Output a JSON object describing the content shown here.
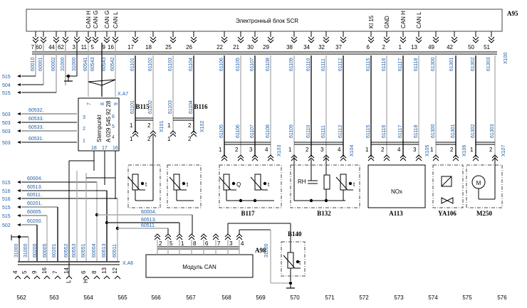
{
  "ecu": {
    "title": "Электронный блок SCR",
    "ref": "A95",
    "connector": "X100",
    "box_labels_left": [
      "CAN H",
      "CAN G",
      "CAN G",
      "CAN L"
    ],
    "box_labels_right": [
      "Kl 15",
      "GND",
      "CAN H",
      "CAN L"
    ],
    "pins": [
      "7",
      "60",
      "44",
      "62",
      "3",
      "11",
      "5",
      "9",
      "16",
      "17",
      "18",
      "25",
      "26",
      "22",
      "21",
      "30",
      "29",
      "38",
      "34",
      "32",
      "37",
      "6",
      "2",
      "1",
      "13",
      "49",
      "42",
      "50",
      "51"
    ],
    "wires": [
      "60010",
      "60001",
      "60002",
      "31000",
      "31000",
      "60541",
      "60543",
      "60543",
      "60542",
      "61101",
      "61102",
      "61103",
      "61104",
      "61106",
      "61105",
      "61107",
      "61108",
      "61109",
      "61110",
      "61111",
      "61112",
      "61115",
      "61116",
      "61117",
      "61118",
      "61300",
      "61301",
      "61302",
      "61303"
    ]
  },
  "left_refs_top": [
    {
      "ref": "515"
    },
    {
      "ref": "504"
    },
    {
      "ref": "515"
    },
    {
      "ref": "503",
      "wire": "60532."
    },
    {
      "ref": "503",
      "wire": "60533."
    },
    {
      "ref": "503",
      "wire": "60533."
    },
    {
      "ref": "503",
      "wire": "60531."
    }
  ],
  "sternpunkt": {
    "label": "Sternpunkt",
    "part": "A 029 545 92 28",
    "connector": "X.A7",
    "pins": [
      "7",
      "8",
      "9",
      "3",
      "2",
      "1",
      "6",
      "5",
      "4",
      "18",
      "17",
      "16"
    ]
  },
  "connectors": [
    {
      "name": "X101",
      "pins": [
        "1",
        "2"
      ],
      "wires": [
        "61101",
        "61102"
      ],
      "component": "B115"
    },
    {
      "name": "X102",
      "pins": [
        "1",
        "2"
      ],
      "wires": [
        "61103",
        "61104"
      ],
      "component": "B116"
    },
    {
      "name": "X103",
      "pins": [
        "1",
        "2",
        "3",
        "4"
      ],
      "wires": [
        "61105",
        "61106",
        "61107",
        "61108"
      ],
      "component": "B117"
    },
    {
      "name": "X104",
      "pins": [
        "1",
        "2",
        "3",
        "4"
      ],
      "wires": [
        "61109",
        "61110",
        "61111",
        "61112"
      ],
      "component": "B132"
    },
    {
      "name": "X105",
      "pins": [
        "1",
        "2",
        "4",
        "3"
      ],
      "wires": [
        "61115",
        "61116",
        "61117",
        "61118"
      ],
      "component": "A113"
    },
    {
      "name": "X106",
      "pins": [
        "1",
        "2"
      ],
      "wires": [
        "61300",
        "61301"
      ],
      "component": "YA106"
    },
    {
      "name": "X107",
      "pins": [
        "1",
        "2"
      ],
      "wires": [
        "61302",
        "61303"
      ],
      "component": "M250"
    }
  ],
  "symbols": {
    "temp": "t",
    "flow": "Q",
    "humidity": "RH",
    "nox": "NOx",
    "motor": "M"
  },
  "left_refs_bottom": [
    {
      "ref": "515",
      "wire": "60004."
    },
    {
      "ref": "516",
      "wire": "60513."
    },
    {
      "ref": "516",
      "wire": "60511."
    },
    {
      "ref": "515",
      "wire": "60201."
    },
    {
      "ref": "515",
      "wire": "60005."
    },
    {
      "ref": "502",
      "wire": "60200."
    }
  ],
  "xa6": {
    "name": "X.A6",
    "pins": [
      "4",
      "5",
      "9",
      "16",
      "7",
      "14",
      "6",
      "8",
      "13",
      "12"
    ],
    "wires": [
      "31000",
      "31000",
      "60200",
      "60005",
      "60201",
      "60552",
      "60553",
      "60551",
      "60004",
      "60513",
      "60511"
    ],
    "can_l": "L",
    "can_h": "H"
  },
  "can_module": {
    "label": "Модуль CAN",
    "ref": "A98",
    "pins": [
      "2",
      "5",
      "1",
      "8",
      "6",
      "7",
      "3",
      "4"
    ],
    "wires": [
      "60004.",
      "60513.",
      "60511."
    ],
    "ground_wire": "31000"
  },
  "b140": {
    "ref": "B140"
  },
  "grid_numbers": [
    "562",
    "563",
    "564",
    "565",
    "566",
    "567",
    "568",
    "569",
    "570",
    "571",
    "572",
    "573",
    "574",
    "575",
    "576"
  ]
}
